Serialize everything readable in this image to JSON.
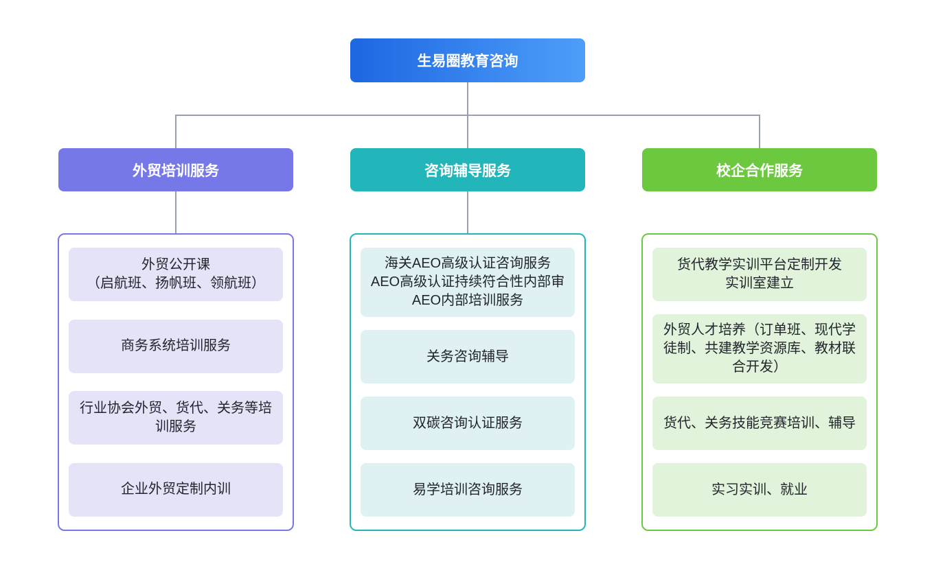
{
  "root": {
    "label": "生易圈教育咨询"
  },
  "branches": [
    {
      "label": "外贸培训服务",
      "accent": "#7678e8",
      "item_bg": "#e5e3f8",
      "items": [
        "外贸公开课\n（启航班、扬帆班、领航班）",
        "商务系统培训服务",
        "行业协会外贸、货代、关务等培训服务",
        "企业外贸定制内训"
      ]
    },
    {
      "label": "咨询辅导服务",
      "accent": "#22b6ba",
      "item_bg": "#dff1f2",
      "items": [
        "海关AEO高级认证咨询服务\nAEO高级认证持续符合性内部审\nAEO内部培训服务",
        "关务咨询辅导",
        "双碳咨询认证服务",
        "易学培训咨询服务"
      ]
    },
    {
      "label": "校企合作服务",
      "accent": "#6cc83e",
      "item_bg": "#e1f3db",
      "items": [
        "货代教学实训平台定制开发\n实训室建立",
        "外贸人才培养（订单班、现代学徒制、共建教学资源库、教材联合开发）",
        "货代、关务技能竞赛培训、辅导",
        "实习实训、就业"
      ]
    }
  ],
  "colors": {
    "root_gradient_start": "#1d67e2",
    "root_gradient_end": "#4d9ef9",
    "connector": "#98a1ab",
    "leaf_text": "#22262c",
    "node_text": "#ffffff"
  }
}
